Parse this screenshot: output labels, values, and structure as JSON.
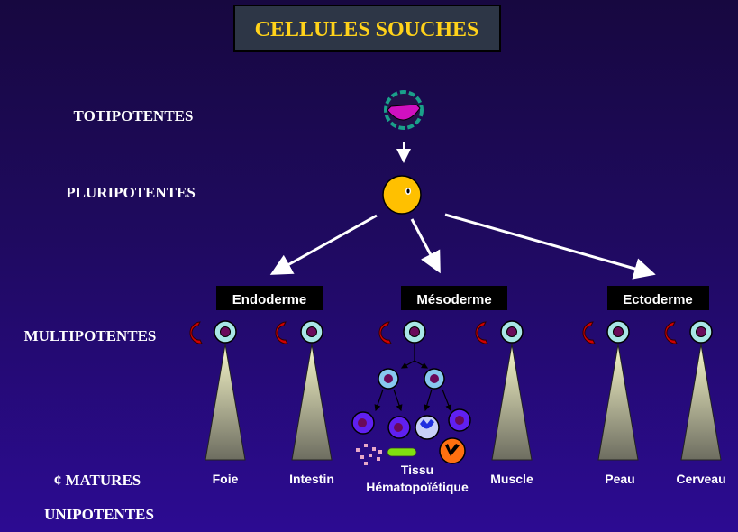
{
  "title": "CELLULES SOUCHES",
  "levels": {
    "totipotent": "TOTIPOTENTES",
    "pluripotent": "PLURIPOTENTES",
    "multipotent": "MULTIPOTENTES",
    "mature": "¢ MATURES",
    "unipotent": "UNIPOTENTES"
  },
  "layers": {
    "endoderm": "Endoderme",
    "mesoderm": "Mésoderme",
    "ectoderm": "Ectoderme"
  },
  "tissues": {
    "liver": "Foie",
    "intestine": "Intestin",
    "hemato_1": "Tissu",
    "hemato_2": "Hématopoïétique",
    "muscle": "Muscle",
    "skin": "Peau",
    "brain": "Cerveau"
  },
  "colors": {
    "title_text": "#ffd21a",
    "title_box": "#2d3646",
    "pluripotent_cell": "#ffc000",
    "multipotent_cell": "#a8e6e6",
    "self_renewal_arrow": "#d00000"
  }
}
